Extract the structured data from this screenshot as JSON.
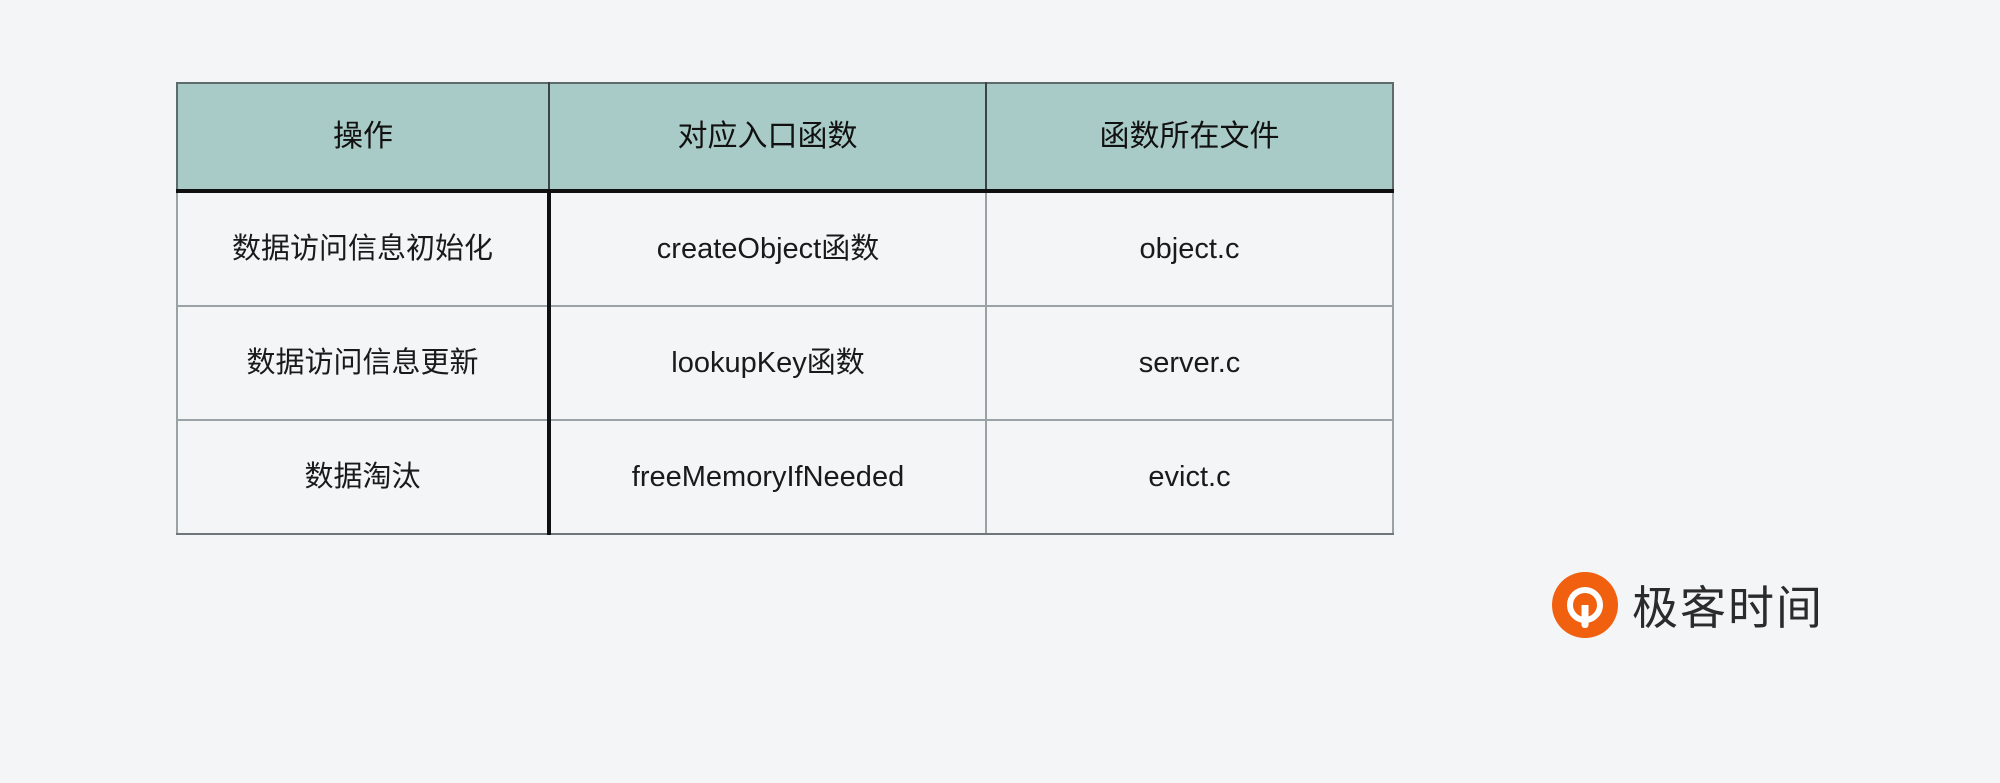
{
  "page": {
    "background_color": "#f4f5f7"
  },
  "table": {
    "header_background": "#a9cbc7",
    "header_text_color": "#111111",
    "body_background": "#f4f5f7",
    "columns": [
      {
        "key": "operation",
        "label": "操作"
      },
      {
        "key": "entry_function",
        "label": "对应入口函数"
      },
      {
        "key": "source_file",
        "label": "函数所在文件"
      }
    ],
    "rows": [
      {
        "operation": "数据访问信息初始化",
        "entry_function": "createObject函数",
        "source_file": "object.c"
      },
      {
        "operation": "数据访问信息更新",
        "entry_function": "lookupKey函数",
        "source_file": "server.c"
      },
      {
        "operation": "数据淘汰",
        "entry_function": "freeMemoryIfNeeded",
        "source_file": "evict.c"
      }
    ]
  },
  "watermark": {
    "brand_text": "极客时间",
    "mark_icon": "geektime-circle-logo-icon",
    "accent_color": "#f0600f"
  }
}
